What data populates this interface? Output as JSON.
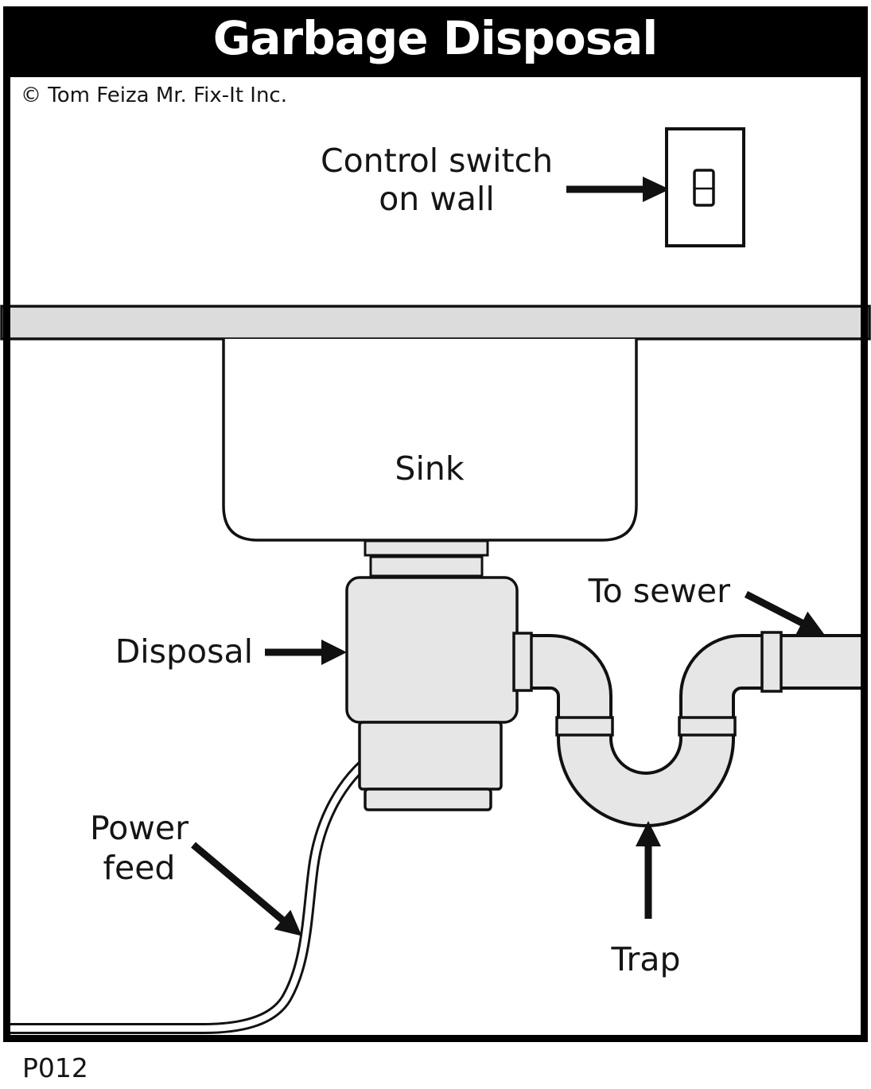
{
  "header": {
    "title": "Garbage Disposal",
    "copyright": "© Tom Feiza Mr. Fix-It Inc."
  },
  "labels": {
    "control_switch_line1": "Control switch",
    "control_switch_line2": "on wall",
    "sink": "Sink",
    "disposal": "Disposal",
    "to_sewer": "To sewer",
    "trap": "Trap",
    "power_feed_line1": "Power",
    "power_feed_line2": "feed"
  },
  "footer": {
    "figure_code": "P012"
  },
  "colors": {
    "outline": "#111111",
    "background": "#ffffff",
    "title_bar_bg": "#000000",
    "title_text": "#ffffff",
    "fixture_fill": "#e6e6e6",
    "countertop_fill": "#dcdcdc"
  }
}
